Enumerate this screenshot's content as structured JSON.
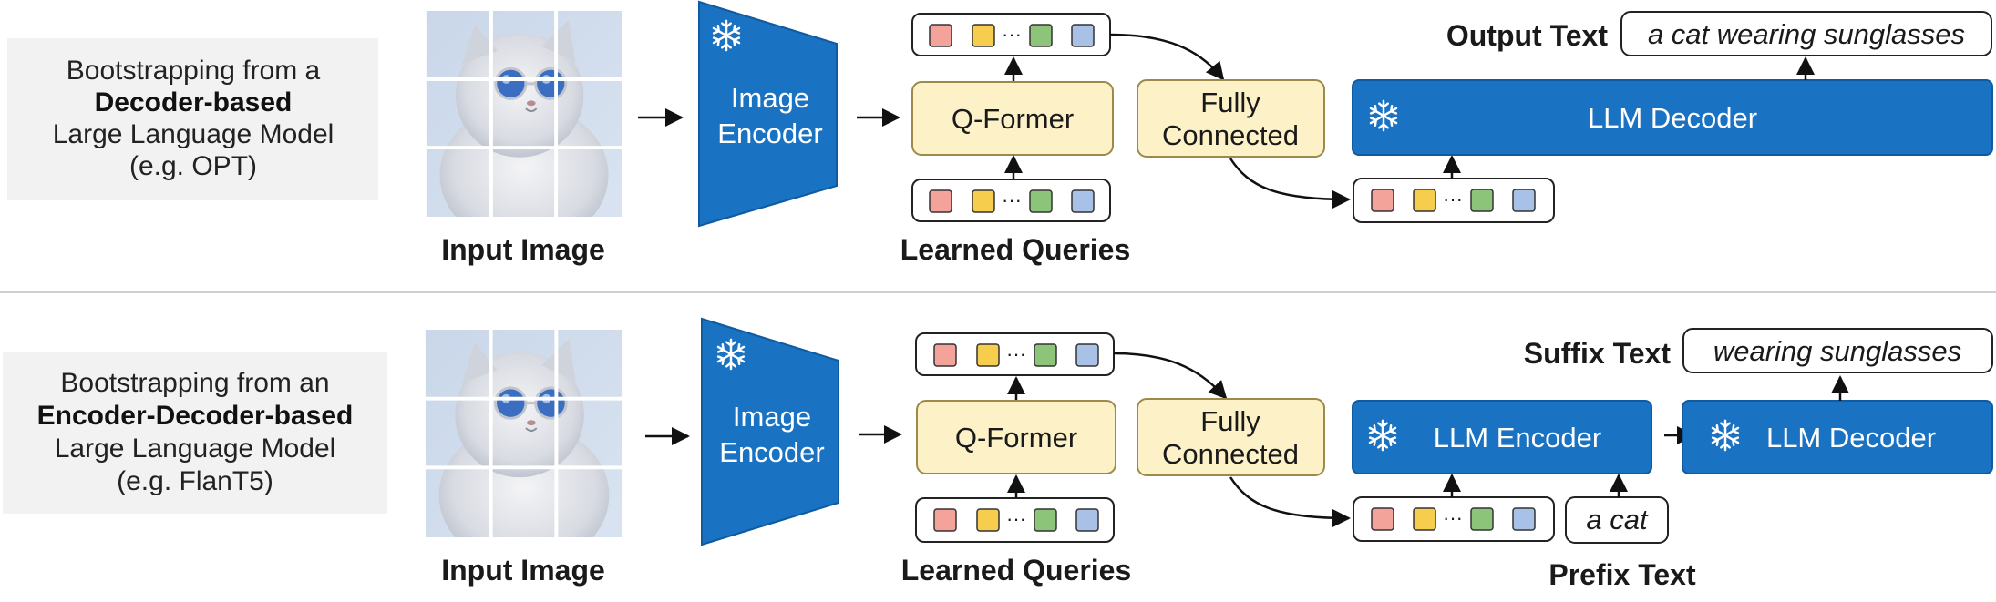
{
  "colors": {
    "frozen_blue": "#1a72c2",
    "qformer_fill": "#fdf1c8",
    "fc_fill": "#fdf1c8",
    "token_red": "#f4a39a",
    "token_yellow": "#f6cd4c",
    "token_green": "#8cc47a",
    "token_blue": "#a9c1e6",
    "description_bg": "#f2f2f2"
  },
  "top": {
    "description": [
      "Bootstrapping from a",
      "Decoder-based",
      "Large Language Model",
      "(e.g. OPT)"
    ],
    "input_image_label": "Input Image",
    "image_encoder": [
      "Image",
      "Encoder"
    ],
    "qformer": "Q-Former",
    "learned_queries": "Learned Queries",
    "fully_connected": [
      "Fully",
      "Connected"
    ],
    "llm_decoder": "LLM Decoder",
    "output_label": "Output Text",
    "output_text": "a cat wearing sunglasses",
    "dots": "···"
  },
  "bottom": {
    "description": [
      "Bootstrapping from an",
      "Encoder-Decoder-based",
      "Large Language Model",
      "(e.g. FlanT5)"
    ],
    "input_image_label": "Input Image",
    "image_encoder": [
      "Image",
      "Encoder"
    ],
    "qformer": "Q-Former",
    "learned_queries": "Learned Queries",
    "fully_connected": [
      "Fully",
      "Connected"
    ],
    "llm_encoder": "LLM Encoder",
    "llm_decoder": "LLM Decoder",
    "suffix_label": "Suffix Text",
    "suffix_text": "wearing sunglasses",
    "prefix_label": "Prefix Text",
    "prefix_text": "a cat",
    "dots": "···"
  },
  "icons": {
    "frozen": "snowflake-icon",
    "image": "cat-with-sunglasses-image"
  }
}
